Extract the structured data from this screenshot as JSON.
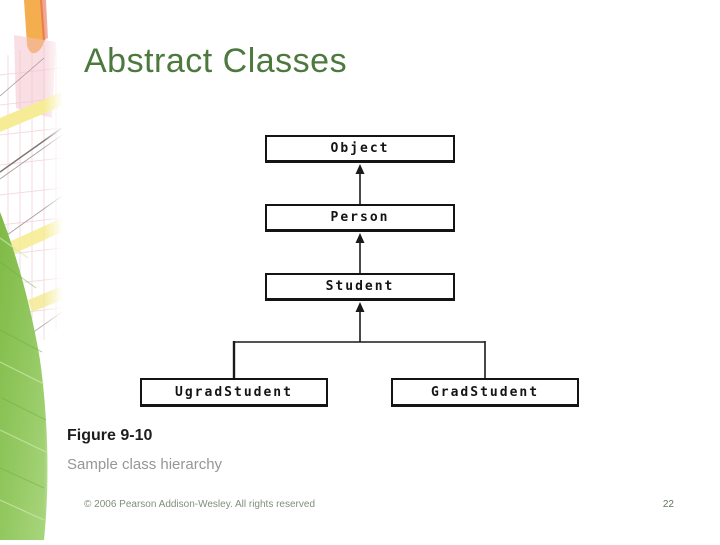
{
  "slide": {
    "title": "Abstract Classes"
  },
  "diagram": {
    "type": "class-hierarchy",
    "boxes": [
      {
        "id": "object",
        "label": "Object"
      },
      {
        "id": "person",
        "label": "Person"
      },
      {
        "id": "student",
        "label": "Student"
      },
      {
        "id": "ugrad",
        "label": "UgradStudent"
      },
      {
        "id": "grad",
        "label": "GradStudent"
      }
    ],
    "relations": [
      {
        "from": "Person",
        "to": "Object"
      },
      {
        "from": "Student",
        "to": "Person"
      },
      {
        "from": "UgradStudent",
        "to": "Student"
      },
      {
        "from": "GradStudent",
        "to": "Student"
      }
    ]
  },
  "caption": {
    "figure_label": "Figure 9-10",
    "figure_description": "Sample class hierarchy"
  },
  "footer": {
    "copyright": "© 2006 Pearson Addison-Wesley. All rights reserved",
    "page_number": "22"
  },
  "colors": {
    "title_green": "#4d793e",
    "caption_gray": "#969696",
    "footer_green": "#7f907a",
    "box_border": "#141414",
    "leaf_green": "#8cc655",
    "art_yellow": "#f6ec96",
    "art_orange": "#f3a53c",
    "art_pink": "#f4bfca"
  }
}
